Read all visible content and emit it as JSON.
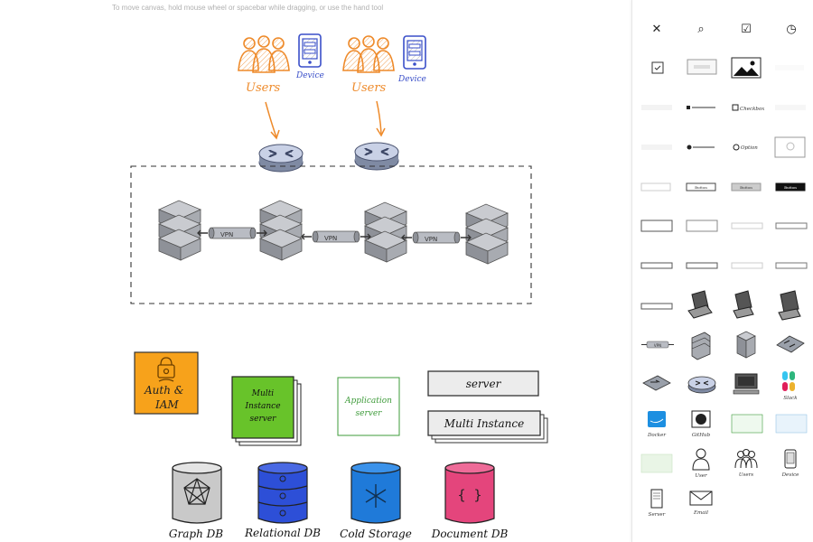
{
  "hint": "To move canvas, hold mouse wheel or spacebar while dragging, or use the hand tool",
  "diagram": {
    "users_label": "Users",
    "device_label": "Device",
    "vpn_label": "VPN",
    "auth_label_line1": "Auth &",
    "auth_label_line2": "IAM",
    "multi_instance_server_line1": "Multi",
    "multi_instance_server_line2": "Instance",
    "multi_instance_server_line3": "server",
    "application_server_line1": "Application",
    "application_server_line2": "server",
    "server_label": "server",
    "multi_instance_label": "Multi Instance",
    "db_labels": [
      "Graph DB",
      "Relational DB",
      "Cold Storage",
      "Document DB"
    ],
    "document_db_glyph": "{ }"
  },
  "library": {
    "tools": [
      {
        "name": "close",
        "glyph": "✕"
      },
      {
        "name": "search",
        "glyph": "⌕"
      },
      {
        "name": "checklist",
        "glyph": "☑"
      },
      {
        "name": "published",
        "glyph": "◷"
      }
    ],
    "labels": {
      "checkbox": "Checkbox",
      "option": "Option",
      "button": "Button",
      "slack": "Slack",
      "docker": "Docker",
      "github": "GitHub",
      "user": "User",
      "users": "Users",
      "device": "Device",
      "server": "Server",
      "email": "Email",
      "vpn": "VPN"
    }
  },
  "colors": {
    "orange": "#ee8a2a",
    "blue_device": "#3a4fc9",
    "auth_fill": "#f7a21b",
    "green_fill": "#68c32a",
    "app_server_text": "#3e9b3a",
    "db_graph": "#b8b8b8",
    "db_relational": "#2d4fd7",
    "db_cold": "#1f7ad9",
    "db_document": "#e4457c"
  }
}
